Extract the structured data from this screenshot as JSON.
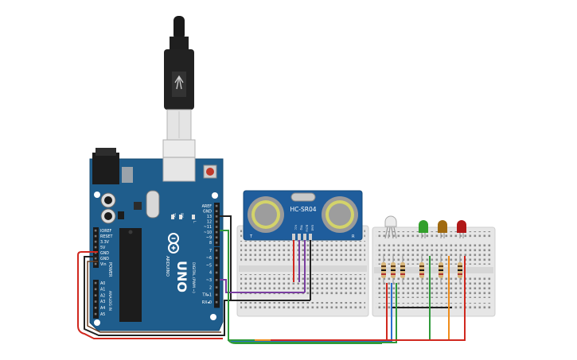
{
  "arduino": {
    "brand": "ARDUINO",
    "model": "UNO",
    "reset_label": "RESET",
    "header_top": [
      "AREF",
      "GND",
      "13",
      "12",
      "~11",
      "~10",
      "~9",
      "8"
    ],
    "header_mid": [
      "7",
      "~6",
      "~5",
      "4",
      "~3",
      "2",
      "TX▸1",
      "RX◂0"
    ],
    "digital_label": "DIGITAL (PWM ~)",
    "power_pins": [
      "IOREF",
      "RESET",
      "3.3V",
      "5V",
      "GND",
      "GND",
      "Vin"
    ],
    "power_label": "POWER",
    "analog_pins": [
      "A0",
      "A1",
      "A2",
      "A3",
      "A4",
      "A5"
    ],
    "analog_label": "ANALOG IN",
    "led_labels": [
      "TX",
      "RX",
      "L"
    ],
    "on_label": "ON",
    "icsp_label": "ICSP"
  },
  "sensor": {
    "model": "HC-SR04",
    "pins": [
      "Vcc",
      "Trig",
      "Echo",
      "Gnd"
    ],
    "corner_letters": [
      "T",
      "R"
    ]
  },
  "leds": [
    {
      "name": "rgb",
      "color": "#e8e8e8"
    },
    {
      "name": "green",
      "color": "#33a02c"
    },
    {
      "name": "yellow",
      "color": "#a06a10"
    },
    {
      "name": "red",
      "color": "#b01818"
    }
  ],
  "colors": {
    "board": "#1f5d8c",
    "wire_black": "#222222",
    "wire_red": "#d0281e",
    "wire_green": "#2f9a3a",
    "wire_blue": "#2a6fcf",
    "wire_orange": "#ef8c1a",
    "wire_brown": "#6b3e22",
    "wire_purple": "#7a3ea0"
  }
}
